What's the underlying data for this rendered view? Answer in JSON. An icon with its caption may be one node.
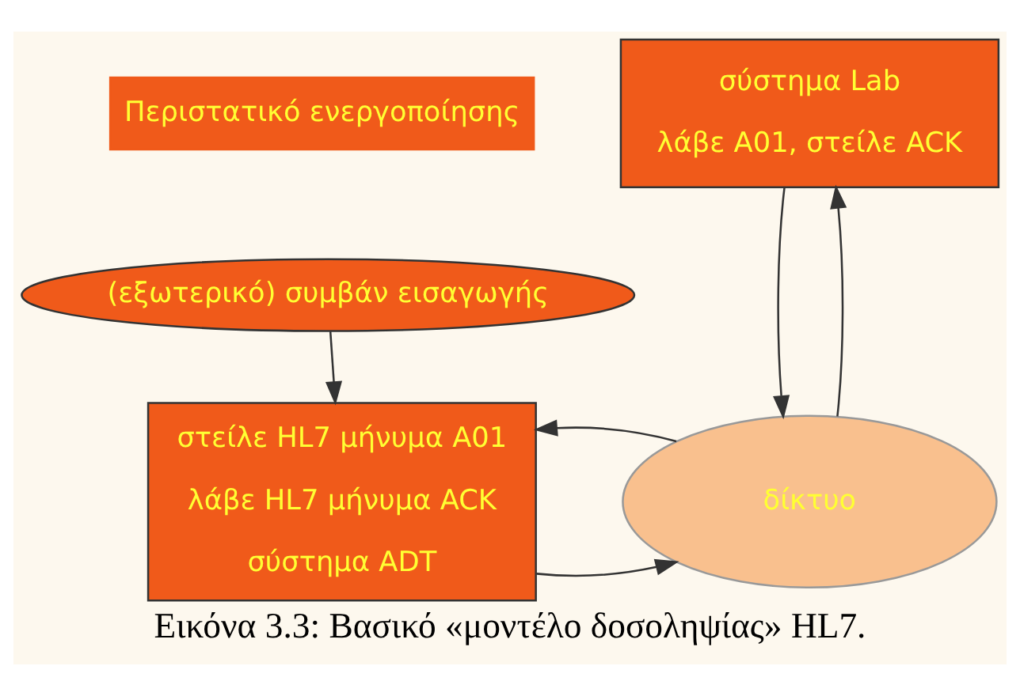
{
  "diagram": {
    "caption": "Εικόνα 3.3: Βασικό «μοντέλο δοσοληψίας» HL7.",
    "nodes": [
      {
        "text": [
          "Περιστατικό ενεργοποίησης"
        ]
      },
      {
        "text": [
          "(εξωτερικό) συμβάν εισαγωγής"
        ]
      },
      {
        "text": [
          "στείλε HL7 μήνυμα A01",
          "λάβε HL7 μήνυμα ACK",
          "σύστημα ADT"
        ]
      },
      {
        "text": [
          "δίκτυο"
        ]
      },
      {
        "text": [
          "σύστημα Lab",
          "λάβε A01, στείλε ACK"
        ]
      }
    ],
    "edges": [
      {
        "from": 1,
        "to": 2,
        "arrow": "to"
      },
      {
        "from": 2,
        "to": 3,
        "arrow": "to"
      },
      {
        "from": 3,
        "to": 2,
        "arrow": "to"
      },
      {
        "from": 3,
        "to": 4,
        "arrow": "to"
      },
      {
        "from": 4,
        "to": 3,
        "arrow": "to"
      }
    ]
  }
}
